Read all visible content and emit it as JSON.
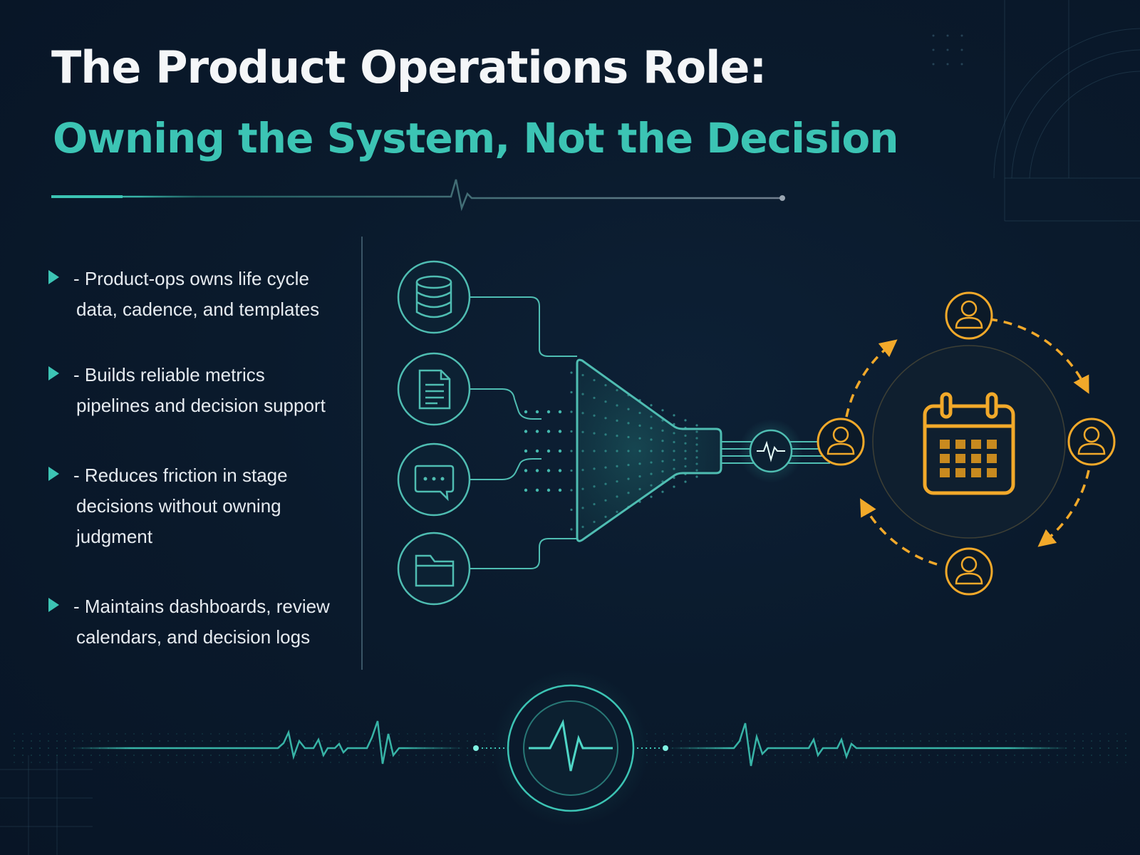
{
  "header": {
    "title": "The Product Operations Role:",
    "subtitle": "Owning the System, Not the Decision"
  },
  "bullets": [
    {
      "line1": "- Product-ops owns life cycle",
      "line2": "data, cadence, and templates",
      "line3": ""
    },
    {
      "line1": "- Builds reliable metrics",
      "line2": "pipelines and decision support",
      "line3": ""
    },
    {
      "line1": "- Reduces friction in stage",
      "line2": "decisions without owning",
      "line3": "judgment"
    },
    {
      "line1": "- Maintains dashboards, review",
      "line2": "calendars, and decision logs",
      "line3": ""
    }
  ],
  "diagram": {
    "inputs": [
      "database-icon",
      "document-icon",
      "chat-icon",
      "folder-icon"
    ],
    "funnel": "funnel-icon",
    "pulse": "pulse-icon",
    "cycle_center": "calendar-icon",
    "cycle_nodes": [
      "user-icon-top",
      "user-icon-right",
      "user-icon-bottom",
      "user-icon-left"
    ]
  },
  "colors": {
    "background": "#0a1a2c",
    "title": "#f4f6f8",
    "accent_teal": "#3cc4b4",
    "accent_amber": "#f2a92a",
    "bullet_text": "#e6ebf0"
  }
}
